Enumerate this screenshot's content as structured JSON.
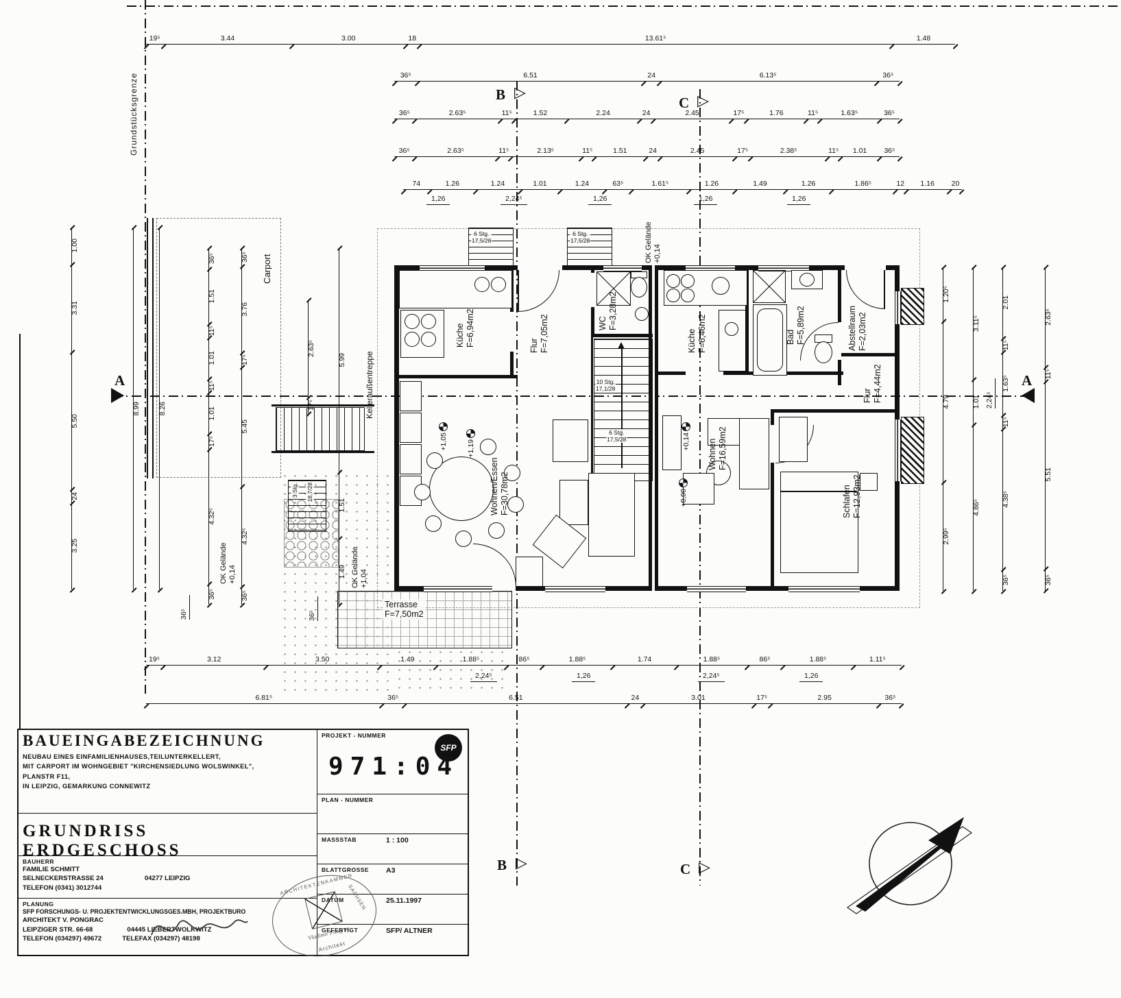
{
  "markers": {
    "a": "A",
    "b": "B",
    "c": "C"
  },
  "annotations": {
    "boundary": "Grundstücksgrenze",
    "carport": "Carport",
    "keller": "Kelleraußentreppe"
  },
  "dims": {
    "top_rows": [
      {
        "items": [
          "19⁵",
          "3.44",
          "3.00",
          "18",
          "13.61⁵",
          "1.48"
        ]
      },
      {
        "items": [
          "36⁵",
          "6.51",
          "24",
          "6.13⁵",
          "36⁵"
        ]
      },
      {
        "items": [
          "36⁵",
          "2.63⁵",
          "11⁵",
          "1.52",
          "2.24",
          "24",
          "2.45",
          "17⁵",
          "1.76",
          "11⁵",
          "1.63⁵",
          "36⁵"
        ]
      },
      {
        "items": [
          "36⁵",
          "2.63⁵",
          "11⁵",
          "2.13⁵",
          "11⁵",
          "1.51",
          "24",
          "2.45",
          "17⁵",
          "2.38⁵",
          "11⁵",
          "1.01",
          "36⁵"
        ]
      },
      {
        "items": [
          "74",
          "1.26",
          "1.24",
          "1.01",
          "1.24",
          "63⁵",
          "1.61⁵",
          "1.26",
          "1.49",
          "1.26",
          "1.86⁵",
          "12",
          "1.16",
          "20"
        ]
      }
    ],
    "bottom_rows": [
      {
        "items": [
          "19⁵",
          "3.12",
          "3.50",
          "1.49",
          "1.88⁵",
          "86⁵",
          "1.88⁵",
          "1.74",
          "1.88⁵",
          "86⁵",
          "1.88⁵",
          "1.11⁵"
        ]
      },
      {
        "items": [
          "6.81⁵",
          "36⁵",
          "6.51",
          "24",
          "3.01",
          "17⁵",
          "2.95",
          "36⁵"
        ]
      }
    ],
    "left_cols": [
      {
        "items": [
          "1.00",
          "3.31",
          "5.50",
          "24",
          "3.25"
        ]
      },
      {
        "items": [
          "8.99"
        ]
      },
      {
        "items": [
          "8.26"
        ]
      },
      {
        "items": [
          "36⁵",
          "1.51",
          "11⁵",
          "1.01",
          "11⁵",
          "1.01",
          "17⁵",
          "4.32⁵",
          "36⁵"
        ]
      },
      {
        "items": [
          "36⁵",
          "3.76",
          "17⁵",
          "5.45",
          "4.32⁵",
          "36⁵"
        ]
      },
      {
        "items": [
          "2.63⁵",
          "17⁵"
        ]
      },
      {
        "items": [
          "5.99",
          "1.51",
          "1.49"
        ]
      }
    ],
    "right_cols": [
      {
        "items": [
          "1.20⁵",
          "4.79",
          "2.99⁵"
        ]
      },
      {
        "items": [
          "3.11⁵",
          "1.01",
          "4.86⁵"
        ]
      },
      {
        "items": [
          "2.01",
          "11⁵",
          "1.63⁵",
          "11⁵",
          "4.38⁵",
          "36⁵"
        ]
      },
      {
        "items": [
          "2.63⁵",
          "11⁵",
          "5.51",
          "36⁵"
        ]
      }
    ],
    "floating": [
      "1,26",
      "2,24⁵",
      "1,26",
      "1,26",
      "1,26",
      "2,24⁵",
      "1,26",
      "2,24⁵",
      "1,26"
    ],
    "floating_v": [
      "36⁵",
      "36⁵",
      "2,24⁵"
    ]
  },
  "plan": {
    "rooms": {
      "kueche1": {
        "name": "Küche",
        "area": "F=6,94m2"
      },
      "flur1": {
        "name": "Flur",
        "area": "F=7,05m2"
      },
      "wc": {
        "name": "WC",
        "area": "F=3,28m2"
      },
      "kueche2": {
        "name": "Küche",
        "area": "F=6,46m2"
      },
      "bad": {
        "name": "Bad",
        "area": "F=5,89m2"
      },
      "abstellraum": {
        "name": "Abstellraum",
        "area": "F=2,03m2"
      },
      "flur2": {
        "name": "Flur",
        "area": "F=4,44m2"
      },
      "wohnen_essen": {
        "name": "Wohnen/Essen",
        "area": "F=30,78m2"
      },
      "wohnen2": {
        "name": "Wohnen",
        "area": "F=16,59m2"
      },
      "schlafen": {
        "name": "Schlafen",
        "area": "F=12,93m2"
      },
      "terrasse": {
        "name": "Terrasse",
        "area": "F=7,50m2"
      }
    },
    "stairs": {
      "entry_left": {
        "count": "6 Stg.",
        "ratio": "17,5/28"
      },
      "entry_right": {
        "count": "6 Stg.",
        "ratio": "17,5/28"
      },
      "internal_main": {
        "count": "10 Stg.",
        "ratio": "17,1/28"
      },
      "internal_lower": {
        "count": "6 Stg.",
        "ratio": "17,5/28"
      },
      "garden": {
        "count": "3 Stg.",
        "ratio": "18,7/28"
      }
    },
    "levels": [
      "+1,05",
      "+1,19",
      "+0,14",
      "+0,00"
    ],
    "ok_gelaende": [
      {
        "label": "OK Gelände",
        "value": "+0,14"
      },
      {
        "label": "OK Gelände",
        "value": "+0,14"
      },
      {
        "label": "OK Gelände",
        "value": "+1,04"
      }
    ]
  },
  "titleblock": {
    "header": {
      "title": "BAUEINGABEZEICHNUNG",
      "line1": "NEUBAU EINES EINFAMILIENHAUSES,TEILUNTERKELLERT,",
      "line2": "MIT CARPORT IM WOHNGEBIET \"KIRCHENSIEDLUNG WOLSWINKEL\",",
      "line3": "PLANSTR F11,",
      "line4": "IN LEIPZIG, GEMARKUNG CONNEWITZ"
    },
    "drawing_title": "GRUNDRISS ERDGESCHOSS",
    "client": {
      "label": "BAUHERR",
      "name": "FAMILIE SCHMITT",
      "street": "SELNECKERSTRASSE 24",
      "city": "04277 LEIPZIG",
      "phone": "TELEFON (0341) 3012744"
    },
    "planner": {
      "label": "PLANUNG",
      "line1": "SFP FORSCHUNGS- U. PROJEKTENTWICKLUNGSGES.MBH, PROJEKTBURO",
      "line2": "ARCHITEKT V. PONGRAC",
      "street": "LEIPZIGER STR. 66-68",
      "city": "04445 LIEBERTWOLKWITZ",
      "phone": "TELEFON (034297) 49672",
      "fax": "TELEFAX (034297) 48198"
    },
    "project_number": {
      "label": "PROJEKT - NUMMER",
      "value": "971:04",
      "logo": "SFP"
    },
    "plan_number": {
      "label": "PLAN - NUMMER",
      "value": ""
    },
    "scale": {
      "label": "MASSSTAB",
      "value": "1 : 100"
    },
    "sheet": {
      "label": "BLATTGROSSE",
      "value": "A3"
    },
    "date": {
      "label": "DATUM",
      "value": "25.11.1997"
    },
    "made_by": {
      "label": "GEFERTIGT",
      "value": "SFP/ ALTNER"
    }
  },
  "stamp": {
    "org": "ARCHITEKTENKAMMER",
    "region": "SACHSEN",
    "name": "Vladimir Pongrac",
    "title": "Architekt"
  }
}
